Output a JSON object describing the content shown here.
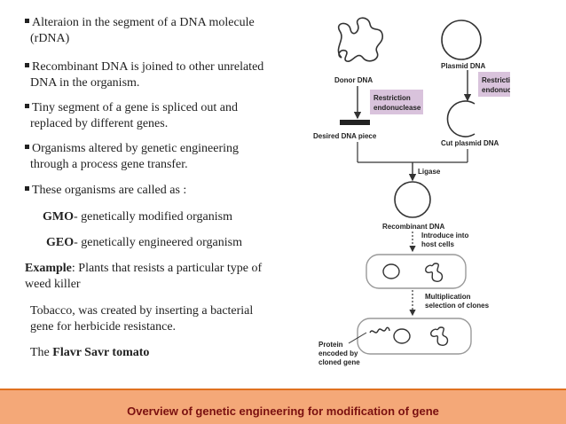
{
  "slide": {
    "bullets": [
      {
        "line1": "Alteraion in the segment of a DNA molecule",
        "line2": "(rDNA)"
      },
      {
        "line1": "Recombinant DNA is joined to other unrelated",
        "line2": "DNA in the organism."
      },
      {
        "line1": "Tiny segment of a gene is spliced out and",
        "line2": "replaced by different genes."
      },
      {
        "line1": "Organisms altered by genetic engineering",
        "line2": "through a process gene transfer."
      },
      {
        "line1": "These organisms are called as :"
      }
    ],
    "gmo": {
      "term": "GMO",
      "definition": "- genetically modified organism"
    },
    "geo": {
      "term": "GEO",
      "definition": "- genetically engineered organism"
    },
    "example": {
      "label": "Example",
      "line1": ": Plants that resists a particular type of",
      "line2": "weed killer"
    },
    "tobacco": {
      "line1": "Tobacco, was created by inserting a bacterial",
      "line2": "gene for herbicide resistance."
    },
    "flavr": {
      "prefix": "The ",
      "name": "Flavr Savr tomato"
    },
    "footer_title": "Overview of genetic engineering for modification of gene"
  },
  "diagram": {
    "donor_dna": "Donor DNA",
    "plasmid_dna": "Plasmid DNA",
    "restriction_1": "Restriction",
    "endonuclease_1": "endonuclease",
    "restriction_2": "Restriction",
    "endonuclease_2": "endonuclease",
    "desired_piece": "Desired DNA piece",
    "cut_plasmid": "Cut plasmid DNA",
    "ligase": "Ligase",
    "recombinant_dna": "Recombinant DNA",
    "introduce_1": "Introduce into",
    "introduce_2": "host cells",
    "multiplication_1": "Multiplication",
    "multiplication_2": "selection of clones",
    "protein_1": "Protein",
    "protein_2": "encoded by",
    "protein_3": "cloned gene"
  },
  "colors": {
    "footer_bg": "#f4a878",
    "footer_text": "#7a1010",
    "enzyme_box": "#d9c3dc"
  }
}
